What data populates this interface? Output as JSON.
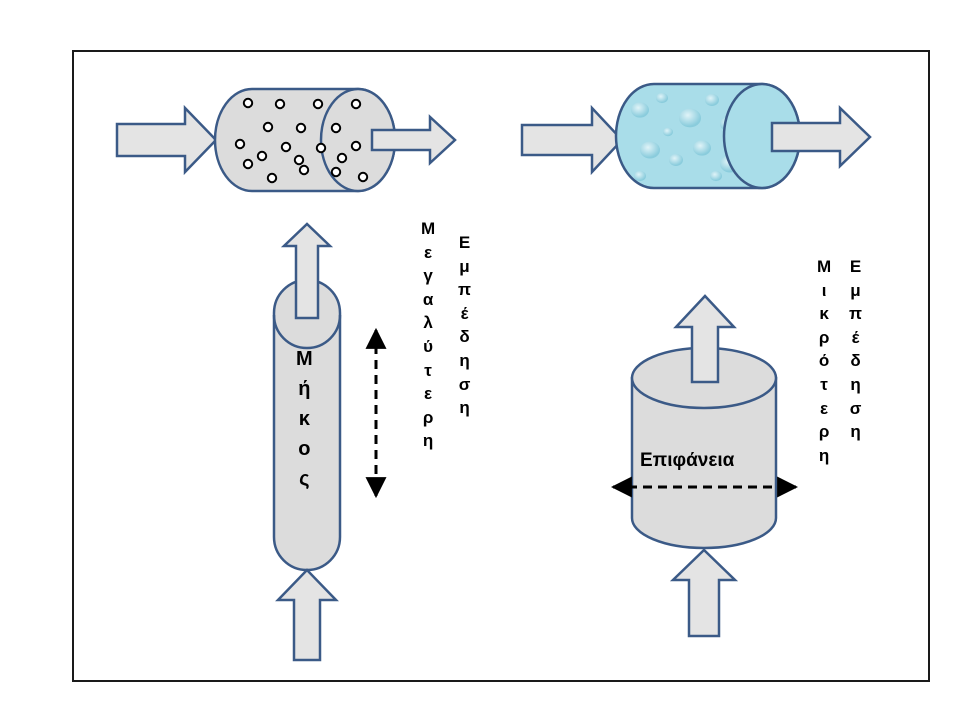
{
  "colors": {
    "outline": "#3b5a87",
    "fill_gray": "#dcdcdc",
    "arrow_fill": "#e4e4e4",
    "water_fill": "#a9dde9",
    "frame": "#1a1a1a"
  },
  "labels": {
    "length_column": [
      "Μ",
      "ή",
      "κ",
      "ο",
      "ς"
    ],
    "surface": "Επιφάνεια",
    "left_larger": [
      "Μ",
      "ε",
      "γ",
      "α",
      "λ",
      "ύ",
      "τ",
      "ε",
      "ρ",
      "η"
    ],
    "left_diffusion": [
      "Ε",
      "μ",
      "π",
      "έ",
      "δ",
      "η",
      "σ",
      "η"
    ],
    "right_smaller": [
      "Μ",
      "ι",
      "κ",
      "ρ",
      "ό",
      "τ",
      "ε",
      "ρ",
      "η"
    ],
    "right_diffusion": [
      "Ε",
      "μ",
      "π",
      "έ",
      "δ",
      "η",
      "σ",
      "η"
    ]
  },
  "icons": {
    "arrows": "block-arrow-icon",
    "particles": "particle-circle-icon",
    "dimension": "double-headed-dashed-arrow-icon"
  }
}
